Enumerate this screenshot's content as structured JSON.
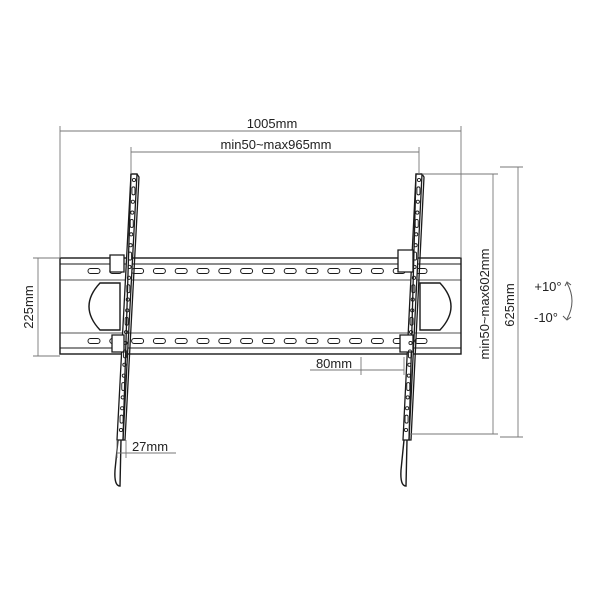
{
  "dimensions": {
    "overall_width": "1005mm",
    "vesa_horizontal": "min50~max965mm",
    "plate_height": "225mm",
    "arm_offset": "80mm",
    "arm_width": "27mm",
    "vesa_vertical": "min50~max602mm",
    "overall_height": "625mm"
  },
  "tilt": {
    "up": "+10°",
    "down": "-10°"
  },
  "colors": {
    "line": "#1a1a1a",
    "dimension_line": "#777777",
    "background": "#ffffff"
  }
}
